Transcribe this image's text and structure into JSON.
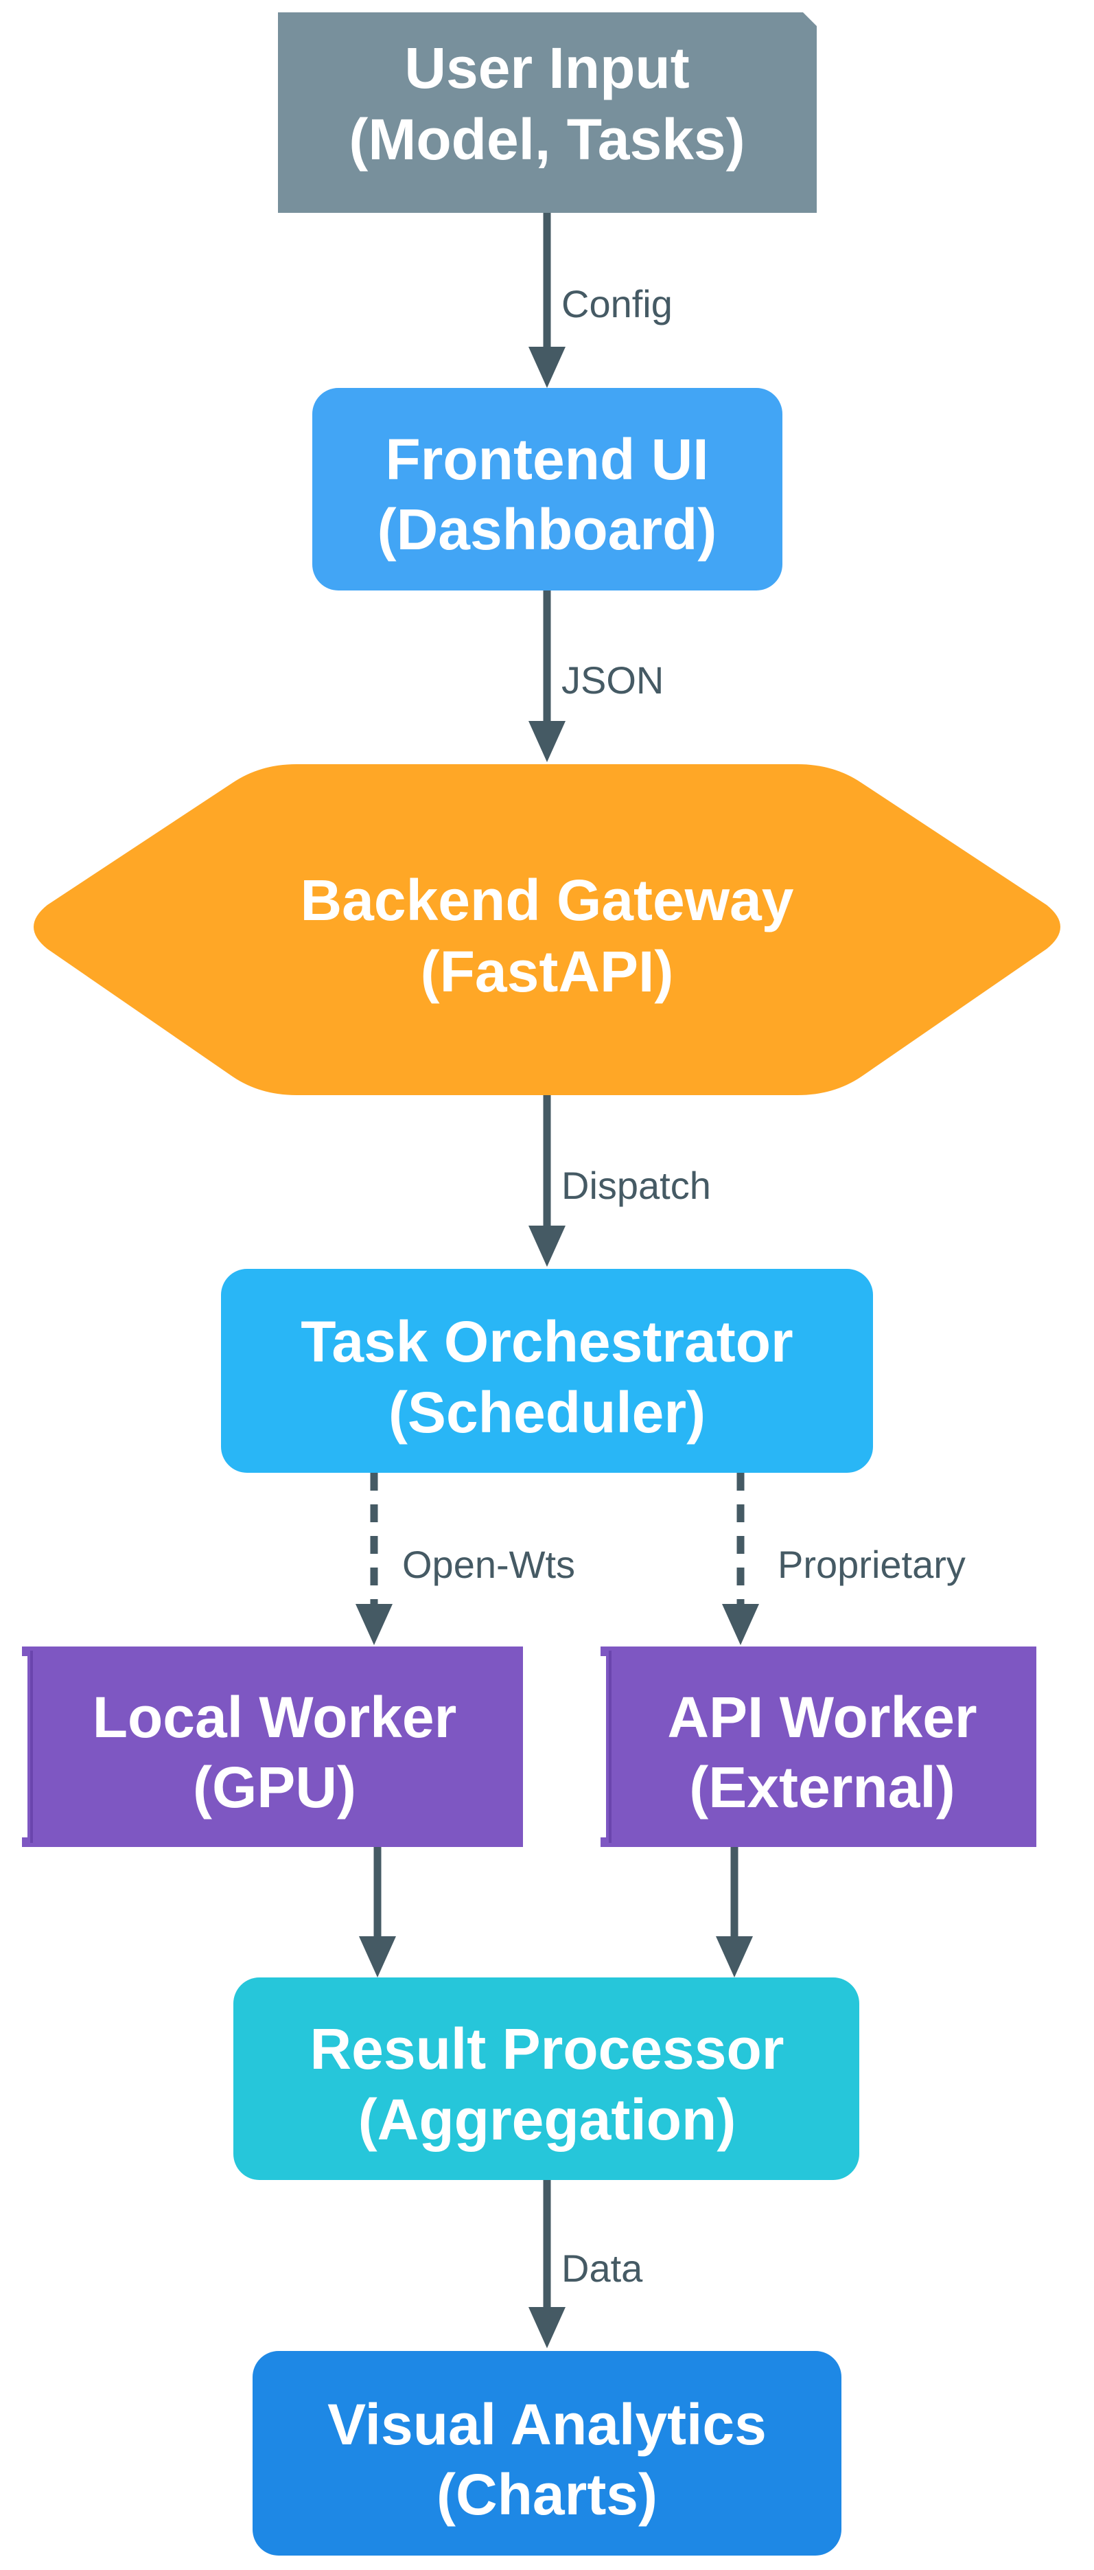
{
  "colors": {
    "input": "#78909c",
    "frontend": "#42a5f5",
    "gateway": "#ffa726",
    "orchestrator": "#29b6f6",
    "worker": "#7e57c2",
    "processor": "#26c6da",
    "analytics": "#1e88e5",
    "edge": "#455a64",
    "background": "#ffffff"
  },
  "nodes": {
    "user_input": {
      "line1": "User Input",
      "line2": "(Model, Tasks)"
    },
    "frontend": {
      "line1": "Frontend UI",
      "line2": "(Dashboard)"
    },
    "gateway": {
      "line1": "Backend Gateway",
      "line2": "(FastAPI)"
    },
    "orchestrator": {
      "line1": "Task Orchestrator",
      "line2": "(Scheduler)"
    },
    "local_worker": {
      "line1": "Local Worker",
      "line2": "(GPU)"
    },
    "api_worker": {
      "line1": "API Worker",
      "line2": "(External)"
    },
    "processor": {
      "line1": "Result Processor",
      "line2": "(Aggregation)"
    },
    "analytics": {
      "line1": "Visual Analytics",
      "line2": "(Charts)"
    }
  },
  "edges": {
    "config": "Config",
    "json": "JSON",
    "dispatch": "Dispatch",
    "open_weights": "Open-Wts",
    "proprietary": "Proprietary",
    "data": "Data"
  }
}
